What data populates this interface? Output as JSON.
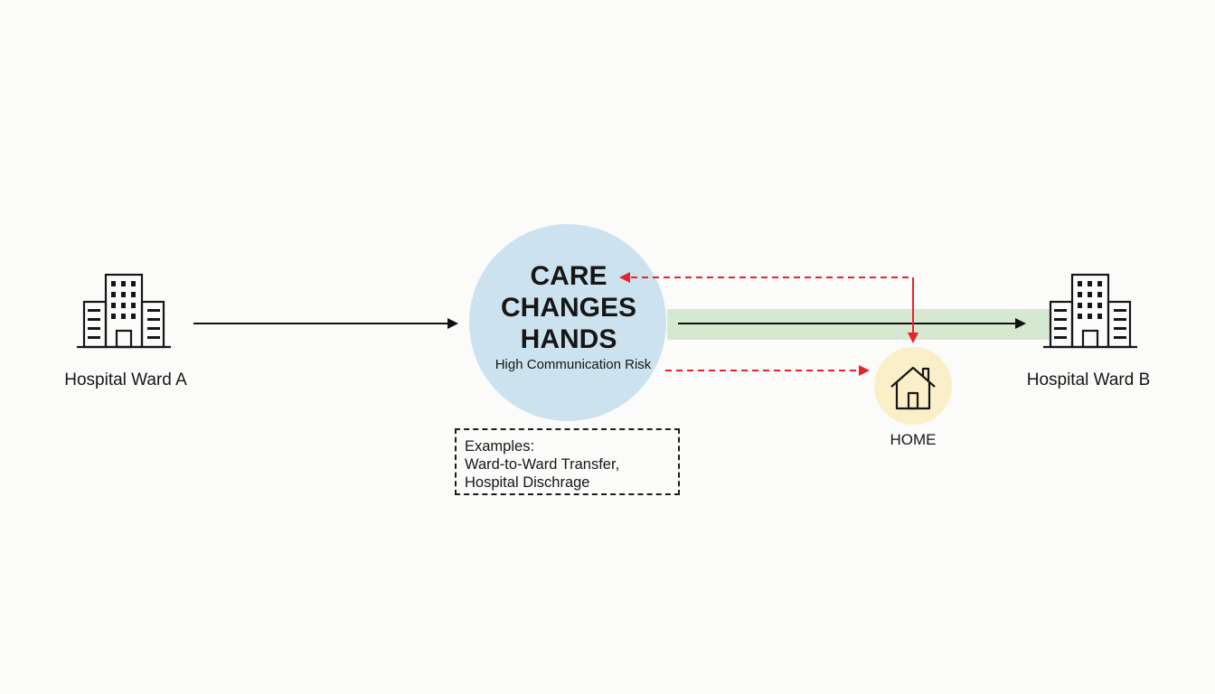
{
  "nodes": {
    "ward_a": {
      "label": "Hospital Ward A",
      "icon": "hospital-building-icon"
    },
    "ward_b": {
      "label": "Hospital Ward B",
      "icon": "hospital-building-icon"
    },
    "hub": {
      "title_lines": [
        "CARE",
        "CHANGES",
        "HANDS"
      ],
      "subtitle": "High Communication Risk",
      "fill_color": "#cce2ee"
    },
    "home": {
      "label": "HOME",
      "icon": "house-icon",
      "fill_color": "#fbefc9"
    }
  },
  "examples": {
    "heading": "Examples:",
    "items": [
      "Ward-to-Ward Transfer,",
      "Hospital Dischrage"
    ]
  },
  "colors": {
    "arrow": "#111111",
    "risk_arrow": "#e8232c",
    "band": "#d6e8cf",
    "hub": "#cce2ee",
    "home": "#fbefc9"
  }
}
